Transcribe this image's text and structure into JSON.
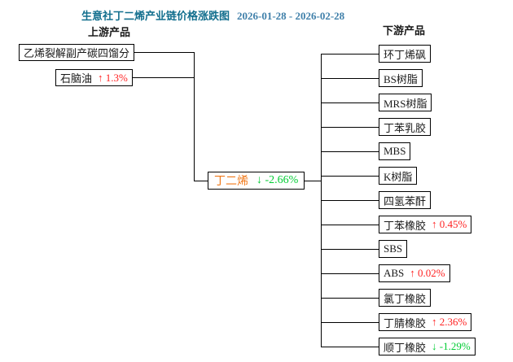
{
  "title": {
    "text": "生意社丁二烯产业链价格涨跌图",
    "date_range": "2026-01-28 - 2026-02-28"
  },
  "upstream": {
    "header": "上游产品",
    "items": [
      {
        "label": "乙烯裂解副产碳四馏分",
        "change": null,
        "dir": null
      },
      {
        "label": "石脑油",
        "change": "↑ 1.3%",
        "dir": "up"
      }
    ]
  },
  "center": {
    "label": "丁二烯",
    "change": "↓ -2.66%",
    "dir": "down"
  },
  "downstream": {
    "header": "下游产品",
    "items": [
      {
        "label": "环丁烯砜",
        "change": null,
        "dir": null
      },
      {
        "label": "BS树脂",
        "change": null,
        "dir": null
      },
      {
        "label": "MRS树脂",
        "change": null,
        "dir": null
      },
      {
        "label": "丁苯乳胶",
        "change": null,
        "dir": null
      },
      {
        "label": "MBS",
        "change": null,
        "dir": null
      },
      {
        "label": "K树脂",
        "change": null,
        "dir": null
      },
      {
        "label": "四氢苯酐",
        "change": null,
        "dir": null
      },
      {
        "label": "丁苯橡胶",
        "change": "↑ 0.45%",
        "dir": "up"
      },
      {
        "label": "SBS",
        "change": null,
        "dir": null
      },
      {
        "label": "ABS",
        "change": "↑ 0.02%",
        "dir": "up"
      },
      {
        "label": "氯丁橡胶",
        "change": null,
        "dir": null
      },
      {
        "label": "丁腈橡胶",
        "change": "↑ 2.36%",
        "dir": "up"
      },
      {
        "label": "顺丁橡胶",
        "change": "↓ -1.29%",
        "dir": "down"
      }
    ]
  },
  "colors": {
    "up": "#ff2222",
    "down": "#00cc33",
    "title_cn": "#136f8e",
    "title_date": "#4080aa",
    "center_label": "#f07818",
    "line": "#000000"
  }
}
